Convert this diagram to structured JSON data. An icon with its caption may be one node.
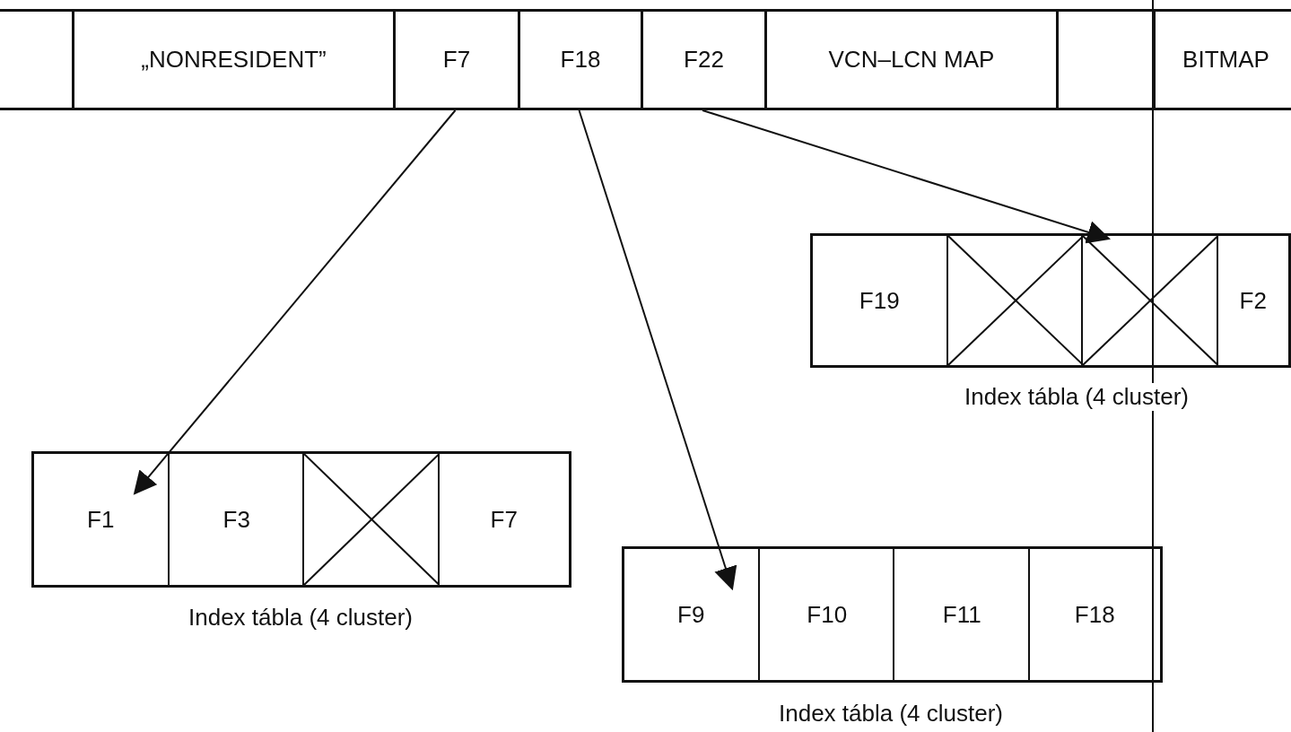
{
  "diagram": {
    "nodes": [
      {
        "text": [],
        "shape": "box"
      },
      {
        "text": [
          "„NONRESIDENT”"
        ]
      },
      {
        "text": [
          "F7"
        ]
      },
      {
        "text": [
          "F18"
        ]
      },
      {
        "text": [
          "F22"
        ]
      },
      {
        "text": [
          "VCN–LCN MAP"
        ]
      },
      {
        "text": [],
        "shape": "box"
      },
      {
        "text": [
          "BITMAP"
        ]
      },
      {
        "text": [],
        "shape": "box",
        "beside": [
          "Index tábla (4 cluster)"
        ]
      },
      {
        "text": [
          "F19"
        ],
        "in": 8
      },
      {
        "text": [],
        "shape": "box",
        "in": 8
      },
      {
        "text": [],
        "shape": "box",
        "in": 8
      },
      {
        "text": [
          "F2"
        ],
        "in": 8
      },
      {
        "text": [],
        "shape": "box",
        "beside": [
          "Index tábla (4 cluster)"
        ]
      },
      {
        "text": [
          "F1"
        ],
        "in": 13
      },
      {
        "text": [
          "F3"
        ],
        "in": 13
      },
      {
        "text": [],
        "shape": "box",
        "in": 13
      },
      {
        "text": [
          "F7"
        ],
        "in": 13
      },
      {
        "text": [],
        "shape": "box",
        "beside": [
          "Index tábla (4 cluster)"
        ]
      },
      {
        "text": [
          "F9"
        ],
        "in": 18
      },
      {
        "text": [
          "F10"
        ],
        "in": 18
      },
      {
        "text": [
          "F11"
        ],
        "in": 18
      },
      {
        "text": [
          "F18"
        ],
        "in": 18
      }
    ],
    "edges": [
      {
        "from": 2,
        "to": 14,
        "arrow": "to"
      },
      {
        "from": 3,
        "to": 19,
        "arrow": "to"
      },
      {
        "from": 4,
        "to": 11,
        "arrow": "to"
      }
    ]
  }
}
